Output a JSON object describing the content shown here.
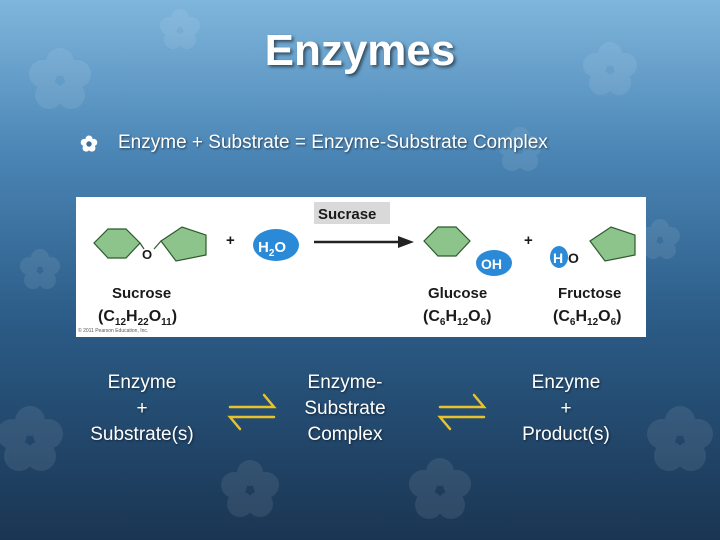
{
  "title": "Enzymes",
  "bullet": {
    "text": "Enzyme + Substrate = Enzyme-Substrate Complex"
  },
  "figure": {
    "enzyme_label": "Sucrase",
    "plus": "+",
    "oxygen": "O",
    "water": {
      "h": "H",
      "sub": "2",
      "o": "O"
    },
    "hydroxyl": "OH",
    "hydrogen": "H",
    "sucrose": {
      "name": "Sucrose",
      "formula_open": "(C",
      "c_sub": "12",
      "h": "H",
      "h_sub": "22",
      "o": "O",
      "o_sub": "11",
      "formula_close": ")"
    },
    "glucose": {
      "name": "Glucose",
      "formula_open": "(C",
      "c_sub": "6",
      "h": "H",
      "h_sub": "12",
      "o": "O",
      "o_sub": "6",
      "formula_close": ")"
    },
    "fructose": {
      "name": "Fructose",
      "formula_open": "(C",
      "c_sub": "6",
      "h": "H",
      "h_sub": "12",
      "o": "O",
      "o_sub": "6",
      "formula_close": ")"
    },
    "credit": "© 2011 Pearson Education, Inc.",
    "colors": {
      "ring": "#8cc48c",
      "ring_stroke": "#2d5a2d",
      "atom": "#2a8ad8",
      "label_bg": "#d9d9d9"
    }
  },
  "equation": {
    "left": [
      "Enzyme",
      "+",
      "Substrate(s)"
    ],
    "middle": [
      "Enzyme-",
      "Substrate",
      "Complex"
    ],
    "right": [
      "Enzyme",
      "+",
      "Product(s)"
    ],
    "arrow_color": "#e7c22b"
  }
}
